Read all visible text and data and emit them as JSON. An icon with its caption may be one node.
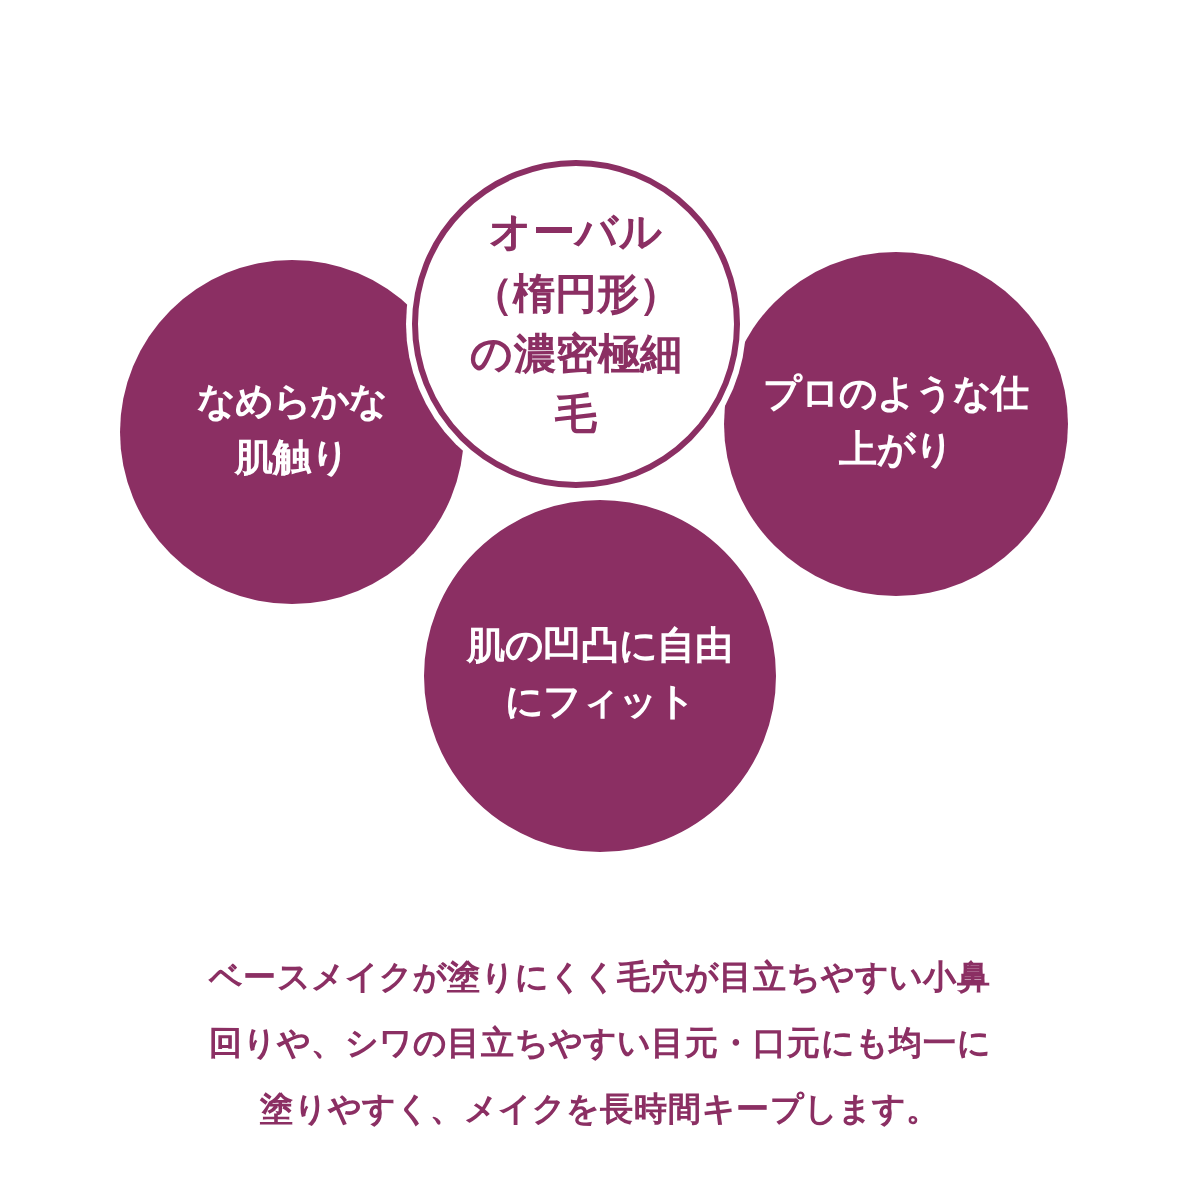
{
  "diagram": {
    "caption": "ベースメイクが塗りにくく毛穴が目立ちやすい小鼻回りや、シワの目立ちやすい目元・口元にも均一に塗りやすく、メイクを長時間キープします。",
    "nodes": [
      {
        "text": [
          "オーバル（楕円形）の濃密極細毛"
        ]
      },
      {
        "text": [
          "なめらかな肌触り"
        ]
      },
      {
        "text": [
          "プロのような仕上がり"
        ]
      },
      {
        "text": [
          "肌の凹凸に自由にフィット"
        ]
      }
    ]
  }
}
